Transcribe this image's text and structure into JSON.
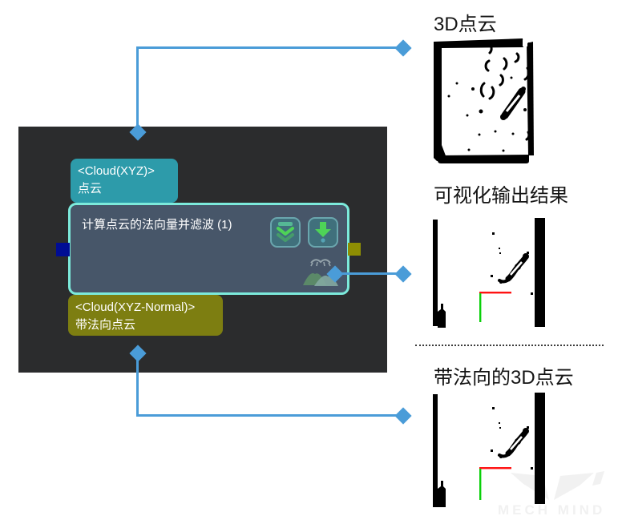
{
  "pipeline": {
    "input_label": {
      "type": "<Cloud(XYZ)>",
      "name": "点云"
    },
    "node_title": "计算点云的法向量并滤波 (1)",
    "output_label": {
      "type": "<Cloud(XYZ-Normal)>",
      "name": "带法向点云"
    }
  },
  "annotations": {
    "top_label": "3D点云",
    "middle_label": "可视化输出结果",
    "bottom_label": "带法向的3D点云"
  },
  "watermark": {
    "text": "MECH MIND"
  },
  "icons": {
    "button1": "double-chevron-collapse-icon",
    "button2": "run-step-arrow-icon",
    "node_corner": "closed-eye-icon + point-cloud-icon",
    "connector_end": "diamond-marker"
  },
  "colors": {
    "connector_blue": "#4a9cd8",
    "panel_bg": "#2b2c2d",
    "node_bg": "#475669",
    "node_border": "#7ceadb",
    "input_label_bg": "#2d9baa",
    "output_label_bg": "#7d7e11",
    "input_port": "#000d94",
    "output_port": "#8e8e03",
    "button_green": "#4ed357",
    "axis_red": "#ff1212",
    "axis_green": "#0ad00a"
  }
}
